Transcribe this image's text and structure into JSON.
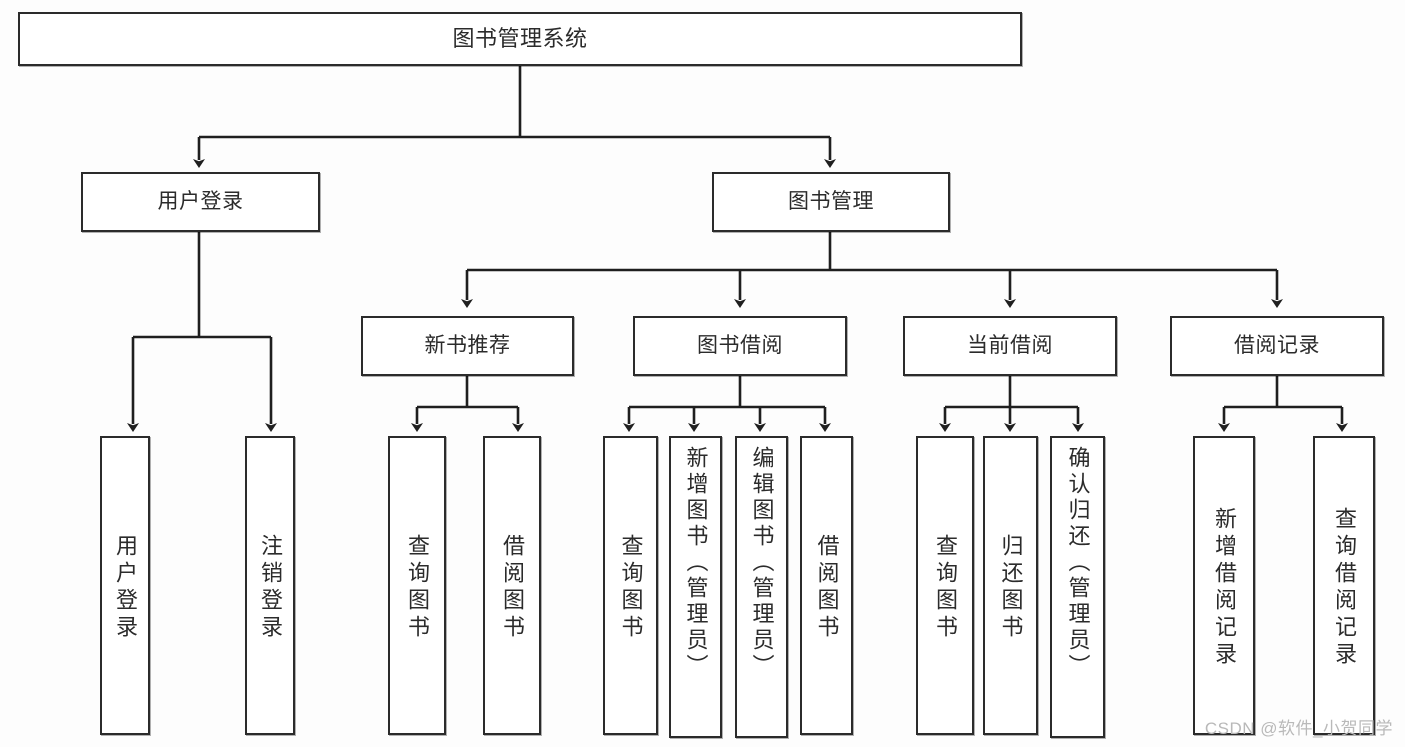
{
  "diagram": {
    "title": "图书管理系统",
    "type": "tree",
    "colors": {
      "border": "#2b2b2b",
      "text": "#2b2b2b",
      "background": "#ffffff",
      "connector": "#1f1f1f",
      "watermark": "#b9b9b9"
    },
    "root": {
      "label": "图书管理系统"
    },
    "level2": [
      {
        "label": "用户登录"
      },
      {
        "label": "图书管理"
      }
    ],
    "level3": [
      {
        "label": "新书推荐"
      },
      {
        "label": "图书借阅"
      },
      {
        "label": "当前借阅"
      },
      {
        "label": "借阅记录"
      }
    ],
    "leaves": {
      "user_login": [
        {
          "label": "用户登录"
        },
        {
          "label": "注销登录"
        }
      ],
      "new_book_recommend": [
        {
          "label": "查询图书"
        },
        {
          "label": "借阅图书"
        }
      ],
      "book_borrow": [
        {
          "label": "查询图书"
        },
        {
          "label": "新增图书（管理员）"
        },
        {
          "label": "编辑图书（管理员）"
        },
        {
          "label": "借阅图书"
        }
      ],
      "current_borrow": [
        {
          "label": "查询图书"
        },
        {
          "label": "归还图书"
        },
        {
          "label": "确认归还（管理员）"
        }
      ],
      "borrow_record": [
        {
          "label": "新增借阅记录"
        },
        {
          "label": "查询借阅记录"
        }
      ]
    },
    "watermark": "CSDN @软件_小贺同学"
  }
}
